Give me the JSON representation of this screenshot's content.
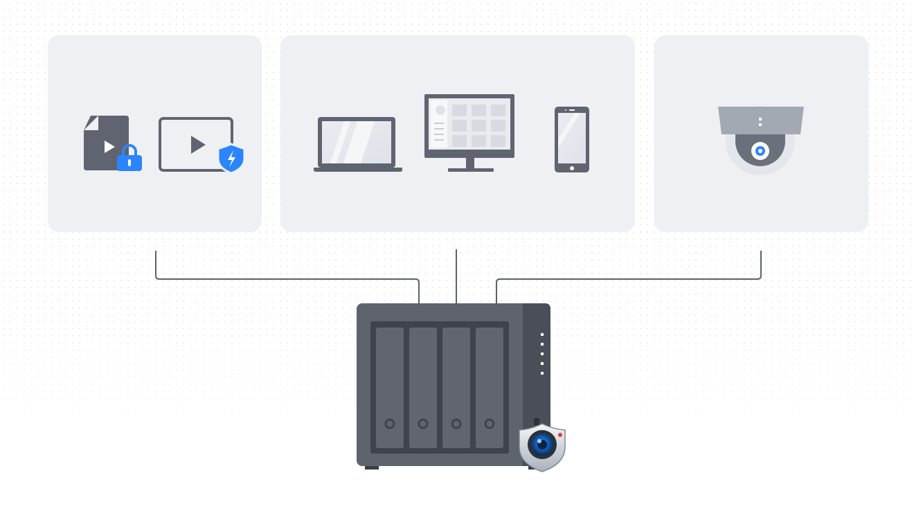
{
  "colors": {
    "panel_bg": "#eff0f4",
    "icon_gray": "#5f6470",
    "accent_blue": "#2a85ff",
    "line": "#5a5f6b",
    "nas_body": "#5f636c",
    "nas_dark": "#3f434b"
  },
  "diagram": {
    "panels": [
      {
        "id": "media",
        "icons": [
          "locked-video-file-icon",
          "protected-video-player-icon"
        ]
      },
      {
        "id": "devices",
        "icons": [
          "laptop-icon",
          "desktop-monitor-icon",
          "smartphone-icon"
        ]
      },
      {
        "id": "camera",
        "icons": [
          "dome-ip-camera-icon"
        ]
      }
    ],
    "hub": {
      "icon": "nas-server-icon",
      "badge_icon": "surveillance-station-badge-icon",
      "drive_bays": 4,
      "status_leds": 5
    },
    "connections": [
      "media-to-nas",
      "devices-to-nas",
      "camera-to-nas"
    ]
  }
}
